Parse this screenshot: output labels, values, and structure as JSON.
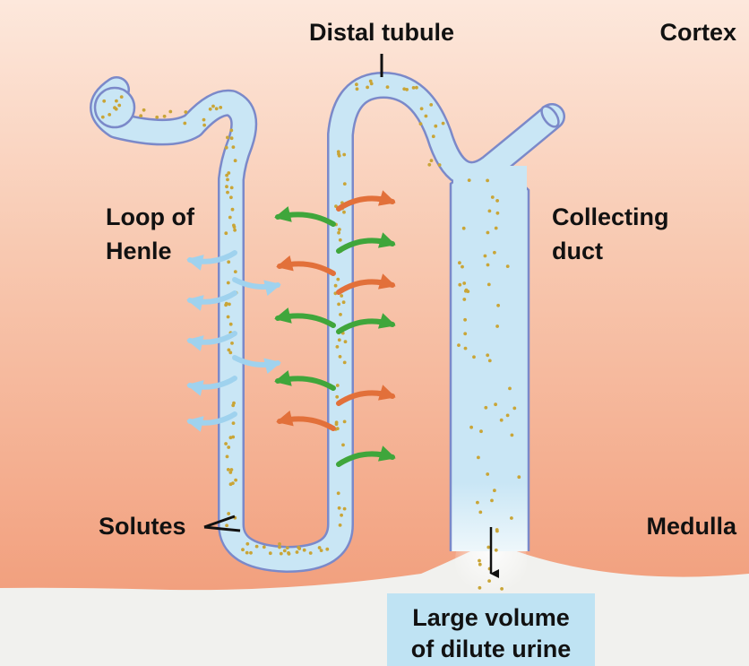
{
  "labels": {
    "distal_tubule": "Distal tubule",
    "cortex": "Cortex",
    "loop_line1": "Loop of",
    "loop_line2": "Henle",
    "collecting_line1": "Collecting",
    "collecting_line2": "duct",
    "solutes": "Solutes",
    "medulla": "Medulla",
    "urine_line1": "Large volume",
    "urine_line2": "of dilute urine"
  },
  "colors": {
    "background_top": "#fde8dc",
    "background_bottom": "#f2a07e",
    "bottom_region": "#f1f1ee",
    "tubule_fill": "#c9e6f5",
    "tubule_outline": "#7b89c9",
    "solute_dot": "#c9a537",
    "water_arrow": "#9fd2ee",
    "sodium_arrow_green": "#3fa63b",
    "chloride_arrow_orange": "#e2703a",
    "urine_box": "#bfe3f3"
  }
}
